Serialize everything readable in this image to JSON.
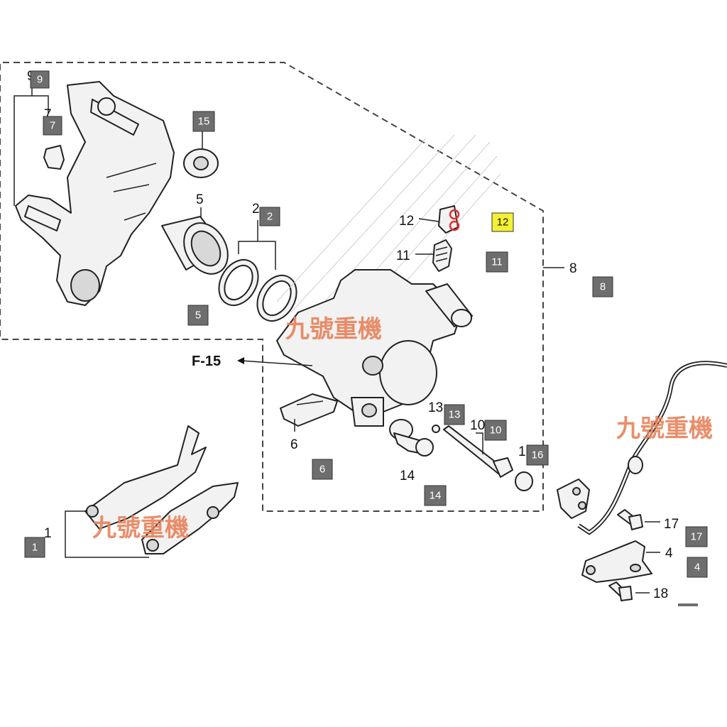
{
  "diagram": {
    "reference": "F-15",
    "plain_labels": {
      "p1": "1",
      "p2": "2",
      "p4": "4",
      "p5": "5",
      "p6": "6",
      "p8": "8",
      "p10": "10",
      "p11": "11",
      "p12": "12",
      "p13": "13",
      "p14": "14",
      "p16": "1",
      "p17": "17",
      "p18": "18",
      "p9": "9",
      "p7": "7"
    },
    "badges": {
      "b1": "1",
      "b2": "2",
      "b4": "4",
      "b5": "5",
      "b6": "6",
      "b7": "7",
      "b8": "8",
      "b9": "9",
      "b10": "10",
      "b11": "11",
      "b12": "12",
      "b13": "13",
      "b14": "14",
      "b15": "15",
      "b16": "16",
      "b17": "17"
    },
    "highlighted_badge": "12",
    "watermark": "九號重機",
    "colors": {
      "badge": "#6e6e6e",
      "highlight": "#f4f033",
      "watermark": "#e8825a",
      "bleeder_cap": "#e03030"
    }
  }
}
